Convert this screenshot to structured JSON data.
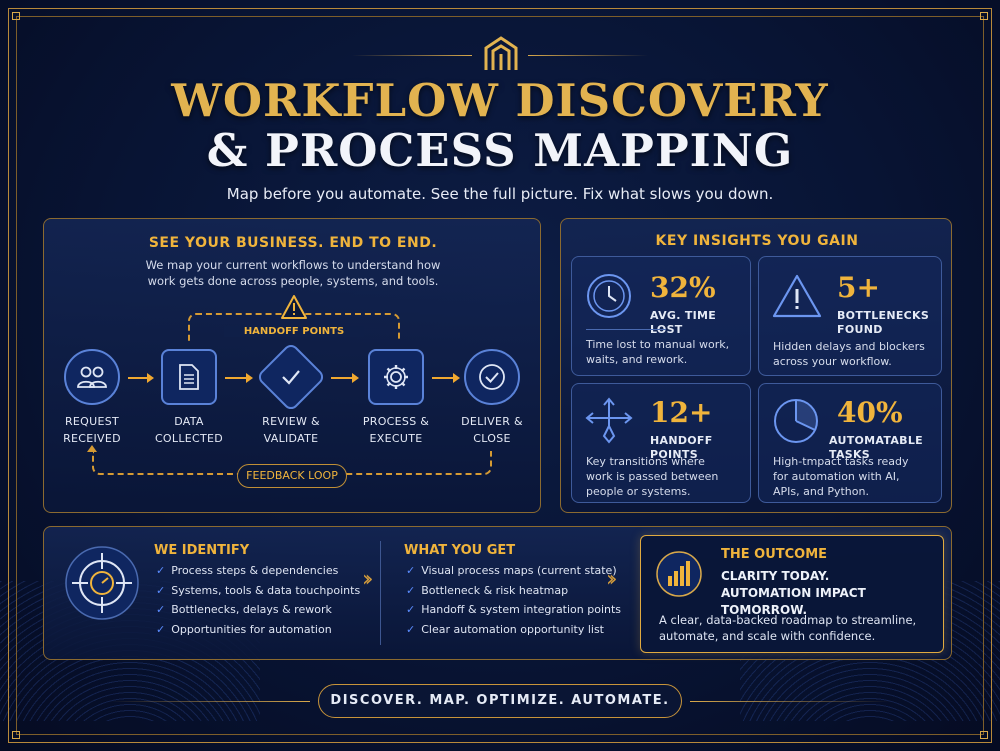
{
  "header": {
    "title_line1": "WORKFLOW DISCOVERY",
    "title_line2": "& PROCESS MAPPING",
    "tagline": "Map before you automate. See the full picture. Fix what slows you down."
  },
  "flow_panel": {
    "heading": "SEE YOUR BUSINESS. END TO END.",
    "intro_line1": "We map your current workflows to understand how",
    "intro_line2": "work gets done across people, systems, and tools.",
    "handoff_label": "HANDOFF POINTS",
    "feedback_label": "FEEDBACK LOOP",
    "steps": [
      {
        "line1": "REQUEST",
        "line2": "RECEIVED",
        "icon": "users-icon"
      },
      {
        "line1": "DATA",
        "line2": "COLLECTED",
        "icon": "document-icon"
      },
      {
        "line1": "REVIEW &",
        "line2": "VALIDATE",
        "icon": "check-icon"
      },
      {
        "line1": "PROCESS &",
        "line2": "EXECUTE",
        "icon": "gear-icon"
      },
      {
        "line1": "DELIVER &",
        "line2": "CLOSE",
        "icon": "check-circle-icon"
      }
    ]
  },
  "insights": {
    "heading": "KEY INSIGHTS YOU GAIN",
    "cards": [
      {
        "value": "32%",
        "label1": "AVG. TIME LOST",
        "label2": "",
        "desc1": "Time lost to manual work,",
        "desc2": "waits, and rework.",
        "desc3": "",
        "icon": "clock-icon"
      },
      {
        "value": "5+",
        "label1": "BOTTLENECKS",
        "label2": "FOUND",
        "desc1": "Hidden delays and blockers",
        "desc2": "across your workflow.",
        "desc3": "",
        "icon": "warning-icon"
      },
      {
        "value": "12+",
        "label1": "HANDOFF POINTS",
        "label2": "",
        "desc1": "Key transitions where",
        "desc2": "work is passed between",
        "desc3": "people or systems.",
        "icon": "split-arrows-icon"
      },
      {
        "value": "40%",
        "label1": "AUTOMATABLE TASKS",
        "label2": "",
        "desc1": "High-tmpact tasks ready",
        "desc2": "for automation with AI,",
        "desc3": "APIs, and Python.",
        "icon": "pie-chart-icon"
      }
    ]
  },
  "identify": {
    "heading": "WE IDENTIFY",
    "items": [
      "Process steps & dependencies",
      "Systems, tools & data touchpoints",
      "Bottlenecks, delays & rework",
      "Opportunities for automation"
    ]
  },
  "get": {
    "heading": "WHAT YOU GET",
    "items": [
      "Visual process maps (current state)",
      "Bottleneck & risk heatmap",
      "Handoff & system integration points",
      "Clear automation opportunity list"
    ]
  },
  "outcome": {
    "heading": "THE OUTCOME",
    "line1": "CLARITY TODAY.",
    "line2": "AUTOMATION IMPACT TOMORROW.",
    "desc1": "A clear, data-backed roadmap to streamline,",
    "desc2": "automate, and scale with confidence."
  },
  "footer": {
    "banner": "DISCOVER. MAP. OPTIMIZE. AUTOMATE."
  },
  "colors": {
    "gold": "#f0b43c",
    "navy": "#081434",
    "blue_accent": "#5b8cff"
  }
}
